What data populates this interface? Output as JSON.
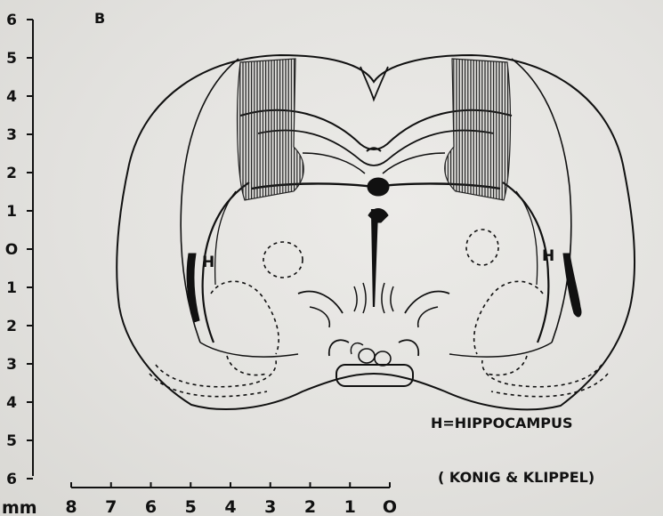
{
  "panel_label": "B",
  "y_axis": {
    "upper_ticks": [
      "6",
      "5",
      "4",
      "3",
      "2",
      "1"
    ],
    "zero": "O",
    "lower_ticks": [
      "1",
      "2",
      "3",
      "4",
      "5",
      "6"
    ]
  },
  "x_axis": {
    "unit": "mm",
    "ticks": [
      "8",
      "7",
      "6",
      "5",
      "4",
      "3",
      "2",
      "1",
      "O"
    ]
  },
  "region_labels": {
    "left": "H",
    "right": "H"
  },
  "legend": "H=HIPPOCAMPUS",
  "credit": "( KONIG & KLIPPEL)"
}
